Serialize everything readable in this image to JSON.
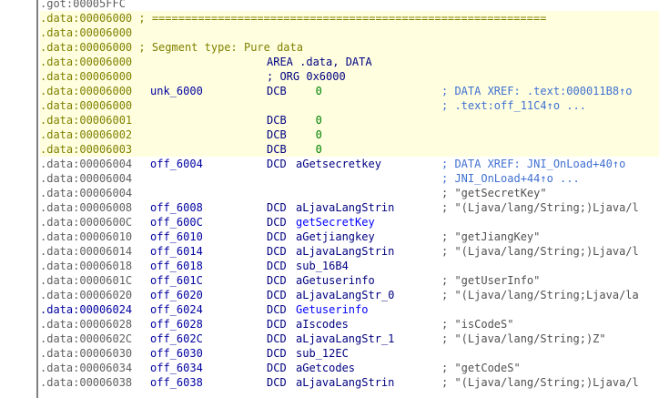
{
  "rows": [
    {
      "addr": ".got:00005FFC",
      "addr_style": "gray",
      "bg": "white",
      "dot": false,
      "label": "",
      "mnemonic": "",
      "operand": "",
      "operand_style": "",
      "comment": "",
      "comment_style": ""
    },
    {
      "addr": ".data:00006000 ; ============================================================",
      "addr_style": "olive",
      "bg": "data",
      "dot": false,
      "label": "",
      "mnemonic": "",
      "operand": "",
      "operand_style": "",
      "comment": "",
      "comment_style": ""
    },
    {
      "addr": ".data:00006000",
      "addr_style": "olive",
      "bg": "data",
      "dot": false,
      "label": "",
      "mnemonic": "",
      "operand": "",
      "operand_style": "",
      "comment": "",
      "comment_style": ""
    },
    {
      "addr": ".data:00006000 ; Segment type: Pure data",
      "addr_style": "olive",
      "bg": "data",
      "dot": false,
      "label": "",
      "mnemonic": "",
      "operand": "",
      "operand_style": "",
      "comment": "",
      "comment_style": ""
    },
    {
      "addr": ".data:00006000",
      "addr_style": "olive",
      "bg": "data",
      "dot": false,
      "label": "",
      "mnemonic": "AREA .data, DATA",
      "operand": "",
      "operand_style": "",
      "comment": "",
      "comment_style": ""
    },
    {
      "addr": ".data:00006000",
      "addr_style": "olive",
      "bg": "data",
      "dot": false,
      "label": "",
      "mnemonic": "; ORG 0x6000",
      "operand": "",
      "operand_style": "",
      "comment": "",
      "comment_style": ""
    },
    {
      "addr": ".data:00006000",
      "addr_style": "olive",
      "bg": "data",
      "dot": true,
      "label": "unk_6000",
      "mnemonic": "DCB",
      "operand": "   0",
      "operand_style": "num",
      "comment": "; DATA XREF: .text:000011B8↑o",
      "comment_style": "blue"
    },
    {
      "addr": ".data:00006000",
      "addr_style": "olive",
      "bg": "data",
      "dot": false,
      "label": "",
      "mnemonic": "",
      "operand": "",
      "operand_style": "",
      "comment": "; .text:off_11C4↑o ...",
      "comment_style": "blue"
    },
    {
      "addr": ".data:00006001",
      "addr_style": "olive",
      "bg": "data",
      "dot": false,
      "label": "",
      "mnemonic": "DCB",
      "operand": "   0",
      "operand_style": "num",
      "comment": "",
      "comment_style": ""
    },
    {
      "addr": ".data:00006002",
      "addr_style": "olive",
      "bg": "data",
      "dot": false,
      "label": "",
      "mnemonic": "DCB",
      "operand": "   0",
      "operand_style": "num",
      "comment": "",
      "comment_style": ""
    },
    {
      "addr": ".data:00006003",
      "addr_style": "olive",
      "bg": "data",
      "dot": false,
      "label": "",
      "mnemonic": "DCB",
      "operand": "   0",
      "operand_style": "num",
      "comment": "",
      "comment_style": ""
    },
    {
      "addr": ".data:00006004",
      "addr_style": "gray",
      "bg": "white",
      "dot": true,
      "label": "off_6004",
      "mnemonic": "DCD",
      "operand": "aGetsecretkey",
      "operand_style": "name",
      "comment": "; DATA XREF: JNI_OnLoad+40↑o",
      "comment_style": "blue"
    },
    {
      "addr": ".data:00006004",
      "addr_style": "gray",
      "bg": "white",
      "dot": false,
      "label": "",
      "mnemonic": "",
      "operand": "",
      "operand_style": "",
      "comment": "; JNI_OnLoad+44↑o ...",
      "comment_style": "blue"
    },
    {
      "addr": ".data:00006004",
      "addr_style": "gray",
      "bg": "white",
      "dot": false,
      "label": "",
      "mnemonic": "",
      "operand": "",
      "operand_style": "",
      "comment": "; \"getSecretKey\"",
      "comment_style": "str"
    },
    {
      "addr": ".data:00006008",
      "addr_style": "gray",
      "bg": "white",
      "dot": true,
      "label": "off_6008",
      "mnemonic": "DCD",
      "operand": "aLjavaLangStrin",
      "operand_style": "name",
      "comment": "; \"(Ljava/lang/String;)Ljava/l",
      "comment_style": "str"
    },
    {
      "addr": ".data:0000600C",
      "addr_style": "gray",
      "bg": "white",
      "dot": true,
      "label": "off_600C",
      "mnemonic": "DCD",
      "operand": "getSecretKey",
      "operand_style": "str",
      "comment": "",
      "comment_style": ""
    },
    {
      "addr": ".data:00006010",
      "addr_style": "gray",
      "bg": "white",
      "dot": true,
      "label": "off_6010",
      "mnemonic": "DCD",
      "operand": "aGetjiangkey",
      "operand_style": "name",
      "comment": "; \"getJiangKey\"",
      "comment_style": "str"
    },
    {
      "addr": ".data:00006014",
      "addr_style": "gray",
      "bg": "white",
      "dot": true,
      "label": "off_6014",
      "mnemonic": "DCD",
      "operand": "aLjavaLangStrin",
      "operand_style": "name",
      "comment": "; \"(Ljava/lang/String;)Ljava/l",
      "comment_style": "str"
    },
    {
      "addr": ".data:00006018",
      "addr_style": "gray",
      "bg": "white",
      "dot": true,
      "label": "off_6018",
      "mnemonic": "DCD",
      "operand": "sub_16B4",
      "operand_style": "name",
      "comment": "",
      "comment_style": ""
    },
    {
      "addr": ".data:0000601C",
      "addr_style": "gray",
      "bg": "white",
      "dot": true,
      "label": "off_601C",
      "mnemonic": "DCD",
      "operand": "aGetuserinfo",
      "operand_style": "name",
      "comment": "; \"getUserInfo\"",
      "comment_style": "str"
    },
    {
      "addr": ".data:00006020",
      "addr_style": "gray",
      "bg": "white",
      "dot": true,
      "label": "off_6020",
      "mnemonic": "DCD",
      "operand": "aLjavaLangStr_0",
      "operand_style": "name",
      "comment": "; \"(Ljava/lang/String;Ljava/la",
      "comment_style": "str"
    },
    {
      "addr": ".data:00006024",
      "addr_style": "blue",
      "bg": "white",
      "dot": true,
      "label": "off_6024",
      "mnemonic": "DCD",
      "operand": "Getuserinfo",
      "operand_style": "str",
      "comment": "",
      "comment_style": ""
    },
    {
      "addr": ".data:00006028",
      "addr_style": "gray",
      "bg": "white",
      "dot": true,
      "label": "off_6028",
      "mnemonic": "DCD",
      "operand": "aIscodes",
      "operand_style": "name",
      "comment": "; \"isCodeS\"",
      "comment_style": "str"
    },
    {
      "addr": ".data:0000602C",
      "addr_style": "gray",
      "bg": "white",
      "dot": true,
      "label": "off_602C",
      "mnemonic": "DCD",
      "operand": "aLjavaLangStr_1",
      "operand_style": "name",
      "comment": "; \"(Ljava/lang/String;)Z\"",
      "comment_style": "str"
    },
    {
      "addr": ".data:00006030",
      "addr_style": "gray",
      "bg": "white",
      "dot": true,
      "label": "off_6030",
      "mnemonic": "DCD",
      "operand": "sub_12EC",
      "operand_style": "name",
      "comment": "",
      "comment_style": ""
    },
    {
      "addr": ".data:00006034",
      "addr_style": "gray",
      "bg": "white",
      "dot": true,
      "label": "off_6034",
      "mnemonic": "DCD",
      "operand": "aGetcodes",
      "operand_style": "name",
      "comment": "; \"getCodeS\"",
      "comment_style": "str"
    },
    {
      "addr": ".data:00006038",
      "addr_style": "gray",
      "bg": "white",
      "dot": true,
      "label": "off_6038",
      "mnemonic": "DCD",
      "operand": "aLjavaLangStrin",
      "operand_style": "name",
      "comment": "; \"(Ljava/lang/String;)Ljava/l",
      "comment_style": "str"
    }
  ]
}
